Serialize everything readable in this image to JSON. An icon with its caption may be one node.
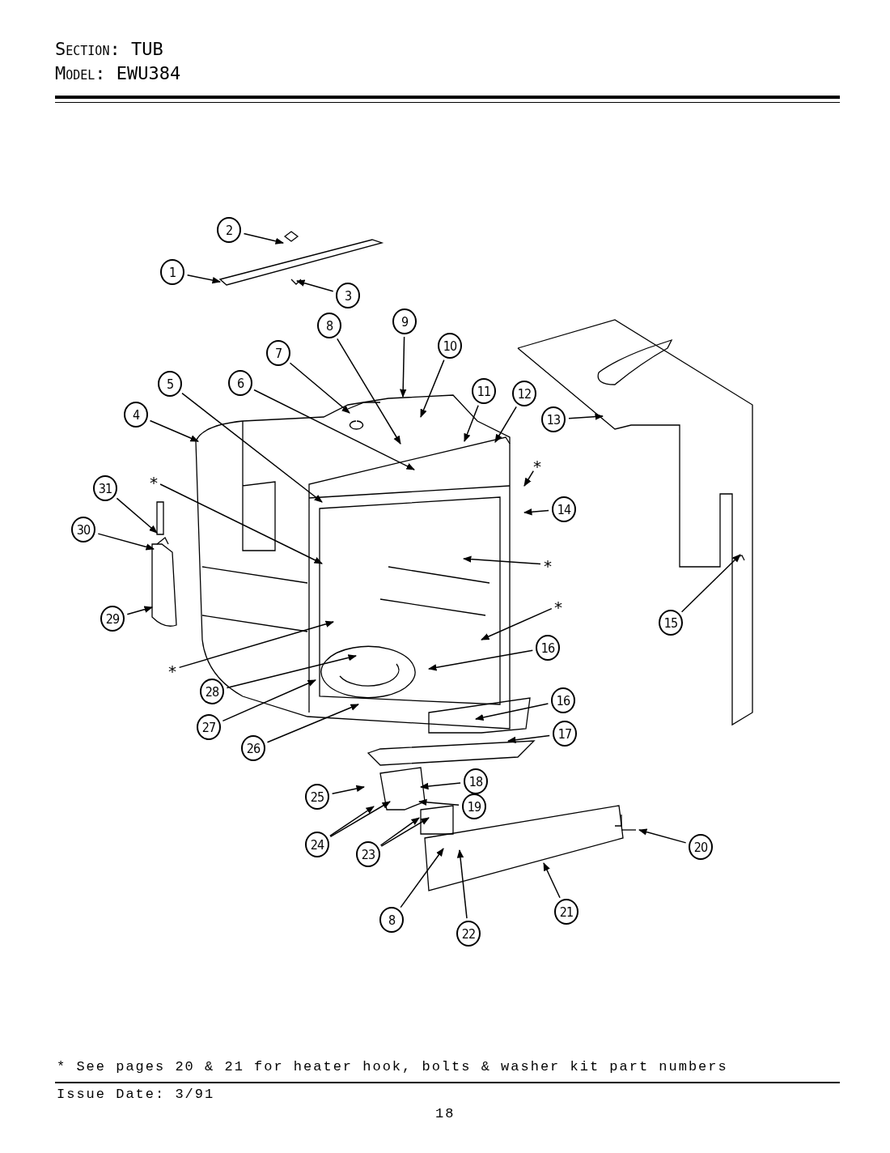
{
  "diagram": {
    "nodes": [
      {
        "text": [
          "2"
        ]
      },
      {
        "text": [
          "1"
        ]
      },
      {
        "text": [
          "3"
        ]
      },
      {
        "text": [
          "8"
        ]
      },
      {
        "text": [
          "9"
        ]
      },
      {
        "text": [
          "10"
        ]
      },
      {
        "text": [
          "7"
        ]
      },
      {
        "text": [
          "6"
        ]
      },
      {
        "text": [
          "11"
        ]
      },
      {
        "text": [
          "12"
        ]
      },
      {
        "text": [
          "5"
        ]
      },
      {
        "text": [
          "4"
        ]
      },
      {
        "text": [
          "13"
        ]
      },
      {
        "text": [
          "*"
        ]
      },
      {
        "text": [
          "31"
        ]
      },
      {
        "text": [
          "*"
        ]
      },
      {
        "text": [
          "14"
        ]
      },
      {
        "text": [
          "30"
        ]
      },
      {
        "text": [
          "*"
        ]
      },
      {
        "text": [
          "29"
        ]
      },
      {
        "text": [
          "15"
        ]
      },
      {
        "text": [
          "*"
        ]
      },
      {
        "text": [
          "16"
        ]
      },
      {
        "text": [
          "*"
        ]
      },
      {
        "text": [
          "28"
        ]
      },
      {
        "text": [
          "16"
        ]
      },
      {
        "text": [
          "27"
        ]
      },
      {
        "text": [
          "17"
        ]
      },
      {
        "text": [
          "26"
        ]
      },
      {
        "text": [
          "18"
        ]
      },
      {
        "text": [
          "25"
        ]
      },
      {
        "text": [
          "19"
        ]
      },
      {
        "text": [
          "24"
        ]
      },
      {
        "text": [
          "23"
        ]
      },
      {
        "text": [
          "20"
        ]
      },
      {
        "text": [
          "8"
        ]
      },
      {
        "text": [
          "21"
        ]
      },
      {
        "text": [
          "22"
        ]
      }
    ],
    "edges": [
      {
        "from": 0,
        "to": null,
        "arrow": "to"
      },
      {
        "from": 1,
        "to": null,
        "arrow": "to"
      },
      {
        "from": 2,
        "to": null,
        "arrow": "to"
      },
      {
        "from": 3,
        "to": null,
        "arrow": "to"
      },
      {
        "from": 4,
        "to": null,
        "arrow": "to"
      },
      {
        "from": 5,
        "to": null,
        "arrow": "to"
      },
      {
        "from": 6,
        "to": null,
        "arrow": "to"
      },
      {
        "from": 7,
        "to": null,
        "arrow": "to"
      },
      {
        "from": 8,
        "to": null,
        "arrow": "to"
      },
      {
        "from": 9,
        "to": null,
        "arrow": "to"
      },
      {
        "from": 10,
        "to": null,
        "arrow": "to"
      },
      {
        "from": 11,
        "to": null,
        "arrow": "to"
      },
      {
        "from": 12,
        "to": null,
        "arrow": "to"
      },
      {
        "from": 13,
        "to": null,
        "arrow": "to"
      },
      {
        "from": 14,
        "to": null,
        "arrow": "to"
      },
      {
        "from": 15,
        "to": null,
        "arrow": "to"
      },
      {
        "from": 16,
        "to": null,
        "arrow": "to"
      },
      {
        "from": 17,
        "to": null,
        "arrow": "to"
      },
      {
        "from": 18,
        "to": null,
        "arrow": "to"
      },
      {
        "from": 19,
        "to": null,
        "arrow": "to"
      },
      {
        "from": 20,
        "to": null,
        "arrow": "to"
      },
      {
        "from": 21,
        "to": null,
        "arrow": "to"
      },
      {
        "from": 22,
        "to": null,
        "arrow": "to"
      },
      {
        "from": 23,
        "to": null,
        "arrow": "to"
      },
      {
        "from": 24,
        "to": null,
        "arrow": "to"
      },
      {
        "from": 25,
        "to": null,
        "arrow": "to"
      },
      {
        "from": 26,
        "to": null,
        "arrow": "to"
      },
      {
        "from": 27,
        "to": null,
        "arrow": "to"
      },
      {
        "from": 28,
        "to": null,
        "arrow": "to"
      },
      {
        "from": 29,
        "to": null,
        "arrow": "to"
      },
      {
        "from": 30,
        "to": null,
        "arrow": "to"
      },
      {
        "from": 31,
        "to": null,
        "arrow": "to"
      },
      {
        "from": 32,
        "to": null,
        "arrow": "to"
      },
      {
        "from": 32,
        "to": null,
        "arrow": "to"
      },
      {
        "from": 33,
        "to": null,
        "arrow": "to"
      },
      {
        "from": 33,
        "to": null,
        "arrow": "to"
      },
      {
        "from": 34,
        "to": null,
        "arrow": "to"
      },
      {
        "from": 35,
        "to": null,
        "arrow": "to"
      },
      {
        "from": 36,
        "to": null,
        "arrow": "to"
      },
      {
        "from": 37,
        "to": null,
        "arrow": "to"
      }
    ],
    "labels": [
      "Section: TUB",
      "Model: EWU384",
      "* See pages 20 & 21 for heater hook, bolts & washer kit part numbers",
      "Issue Date: 3/91",
      "18"
    ]
  }
}
